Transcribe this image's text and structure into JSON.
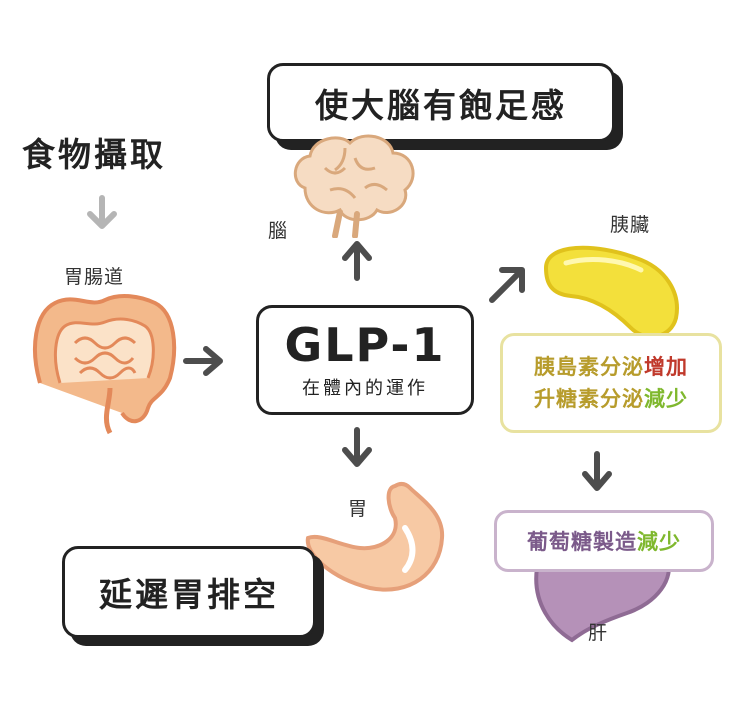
{
  "food_intake": "食物攝取",
  "intestine_label": "胃腸道",
  "brain_effect": "使大腦有飽足感",
  "brain_label": "腦",
  "glp1": {
    "title": "GLP-1",
    "subtitle": "在體內的運作"
  },
  "pancreas_label": "胰臟",
  "pancreas_effect": {
    "line1_prefix": "胰島素分泌",
    "line1_suffix": "增加",
    "line2_prefix": "升糖素分泌",
    "line2_suffix": "減少"
  },
  "stomach_label": "胃",
  "stomach_effect": "延遲胃排空",
  "liver_effect": {
    "prefix": "葡萄糖製造",
    "suffix": "減少"
  },
  "liver_label": "肝"
}
